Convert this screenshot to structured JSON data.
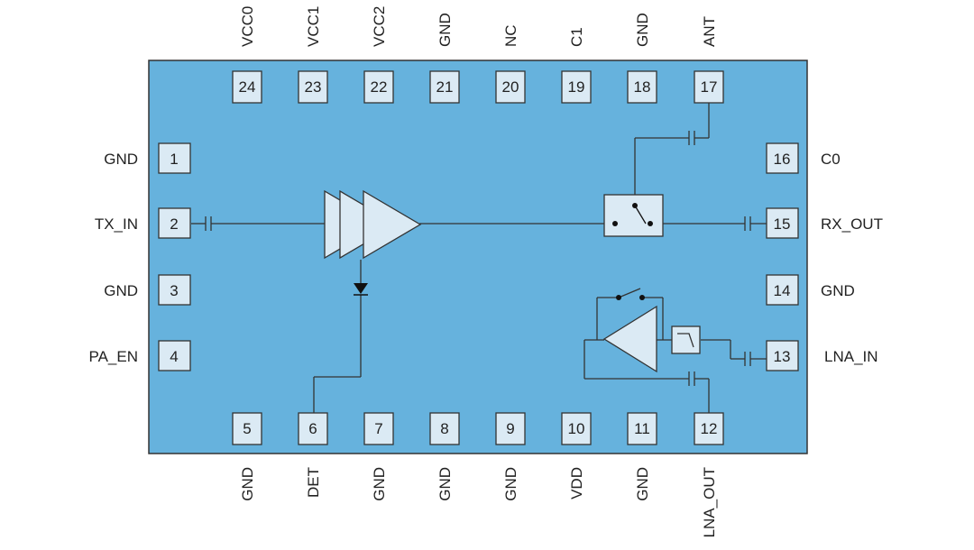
{
  "chip": {
    "fill": "#66b2dd",
    "stroke": "#333333",
    "pad_fill": "#dbeaf4"
  },
  "pins": {
    "p1": {
      "num": "1",
      "label": "GND"
    },
    "p2": {
      "num": "2",
      "label": "TX_IN"
    },
    "p3": {
      "num": "3",
      "label": "GND"
    },
    "p4": {
      "num": "4",
      "label": "PA_EN"
    },
    "p5": {
      "num": "5",
      "label": "GND"
    },
    "p6": {
      "num": "6",
      "label": "DET"
    },
    "p7": {
      "num": "7",
      "label": "GND"
    },
    "p8": {
      "num": "8",
      "label": "GND"
    },
    "p9": {
      "num": "9",
      "label": "GND"
    },
    "p10": {
      "num": "10",
      "label": "VDD"
    },
    "p11": {
      "num": "11",
      "label": "GND"
    },
    "p12": {
      "num": "12",
      "label": "LNA_OUT"
    },
    "p13": {
      "num": "13",
      "label": "LNA_IN"
    },
    "p14": {
      "num": "14",
      "label": "GND"
    },
    "p15": {
      "num": "15",
      "label": "RX_OUT"
    },
    "p16": {
      "num": "16",
      "label": "C0"
    },
    "p17": {
      "num": "17",
      "label": "ANT"
    },
    "p18": {
      "num": "18",
      "label": "GND"
    },
    "p19": {
      "num": "19",
      "label": "C1"
    },
    "p20": {
      "num": "20",
      "label": "NC"
    },
    "p21": {
      "num": "21",
      "label": "GND"
    },
    "p22": {
      "num": "22",
      "label": "VCC2"
    },
    "p23": {
      "num": "23",
      "label": "VCC1"
    },
    "p24": {
      "num": "24",
      "label": "VCC0"
    }
  }
}
